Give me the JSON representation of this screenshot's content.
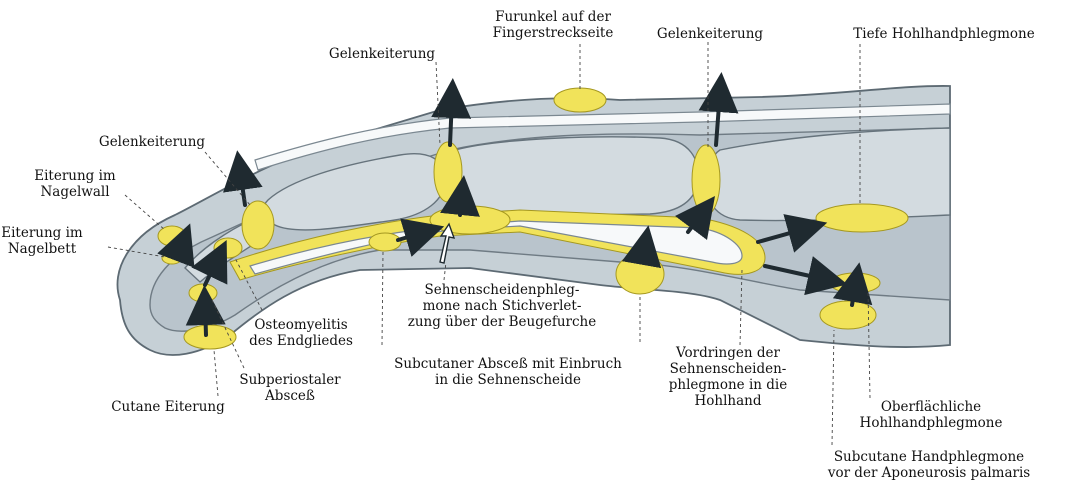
{
  "labels": {
    "nagelwall": [
      "Eiterung im",
      "Nagelwall"
    ],
    "nagelbett": [
      "Eiterung im",
      "Nagelbett"
    ],
    "gelenk1": [
      "Gelenkeiterung"
    ],
    "gelenk2": [
      "Gelenkeiterung"
    ],
    "gelenk3": [
      "Gelenkeiterung"
    ],
    "furunkel": [
      "Furunkel auf der",
      "Fingerstreckseite"
    ],
    "tiefe": [
      "Tiefe Hohlhandphlegmone"
    ],
    "sehnen": [
      "Sehnenscheidenphleg-",
      "mone nach Stichverlet-",
      "zung über der Beugefurche"
    ],
    "osteo": [
      "Osteomyelitis",
      "des Endgliedes"
    ],
    "subperiost": [
      "Subperiostaler",
      "Absceß"
    ],
    "cutane": [
      "Cutane Eiterung"
    ],
    "subcutan_abscess": [
      "Subcutaner Absceß mit Einbruch",
      "in die Sehnenscheide"
    ],
    "vordringen": [
      "Vordringen der",
      "Sehnenscheiden-",
      "phlegmone in die",
      "Hohlhand"
    ],
    "oberflaechlich": [
      "Oberflächliche",
      "Hohlhandphlegmone"
    ],
    "subcutan_hand": [
      "Subcutane Handphlegmone",
      "vor der Aponeurosis palmaris"
    ]
  },
  "colors": {
    "pus": "#f1e35a",
    "bone": "#d3dbe0",
    "tissue": "#b9c4cc",
    "arrow": "#1f2a30"
  }
}
